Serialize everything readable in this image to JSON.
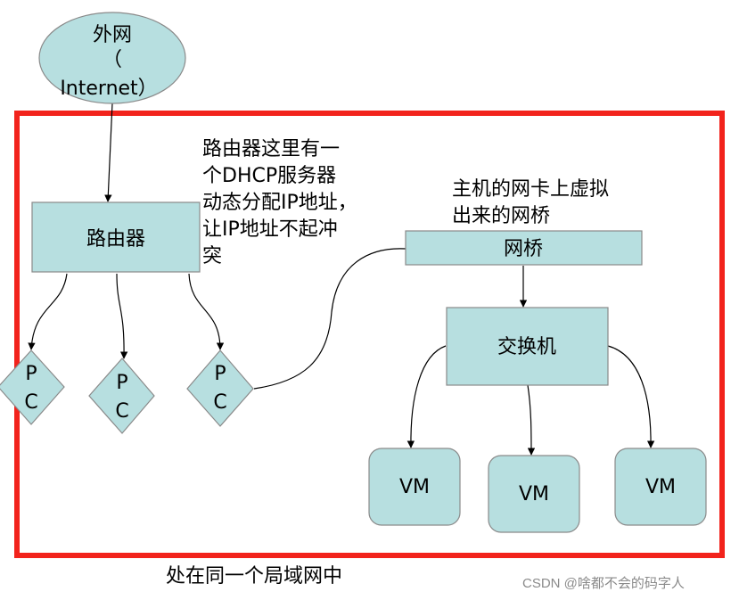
{
  "colors": {
    "node_fill": "#b7dfe0",
    "node_stroke": "#8a8a8a",
    "frame": "#f2231c",
    "edge": "#000000",
    "watermark": "#8a8a8a"
  },
  "nodes": {
    "internet": {
      "line1": "外网",
      "line2": "（",
      "line3": "Internet）"
    },
    "router": "路由器",
    "bridge": "网桥",
    "switch": "交换机",
    "pc1": {
      "top": "P",
      "bottom": "C"
    },
    "pc2": {
      "top": "P",
      "bottom": "C"
    },
    "pc3": {
      "top": "P",
      "bottom": "C"
    },
    "vm1": "VM",
    "vm2": "VM",
    "vm3": "VM"
  },
  "notes": {
    "router_note": [
      "路由器这里有一",
      "个DHCP服务器",
      "动态分配IP地址，",
      "让IP地址不起冲",
      "突"
    ],
    "bridge_note": [
      "主机的网卡上虚拟",
      "出来的网桥"
    ],
    "frame_caption": "处在同一个局域网中"
  },
  "watermark": "CSDN @啥都不会的码字人"
}
